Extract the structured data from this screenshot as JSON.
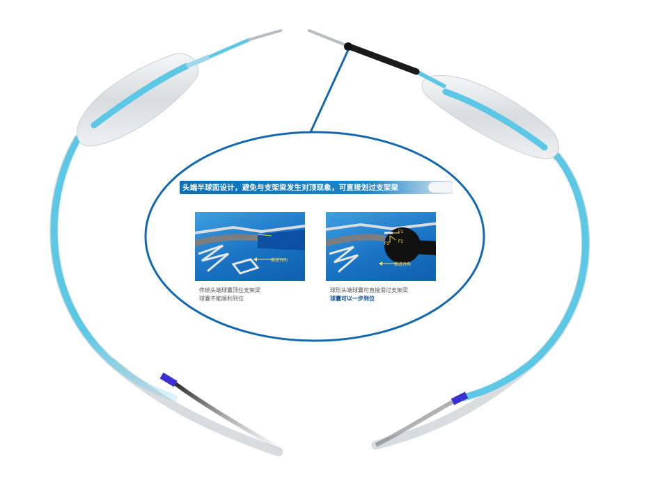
{
  "banner": {
    "title": "头端半球面设计，避免与支架梁发生对顶现象，可直接划过支架梁"
  },
  "left_panel": {
    "direction_label": "推送方向",
    "caption_line1": "传统头端球囊顶住支架梁",
    "caption_line2": "球囊不能顺利到位"
  },
  "right_panel": {
    "direction_label": "推送方向",
    "forces": [
      "F1",
      "F2",
      "F3"
    ],
    "caption_line1": "球形头端球囊可直接滑过支架梁",
    "caption_line2": "球囊可以一步到位"
  },
  "colors": {
    "catheter_cyan": "#5cc8e6",
    "frame_blue": "#1167b1",
    "marker_band": "#3a2fd0"
  }
}
